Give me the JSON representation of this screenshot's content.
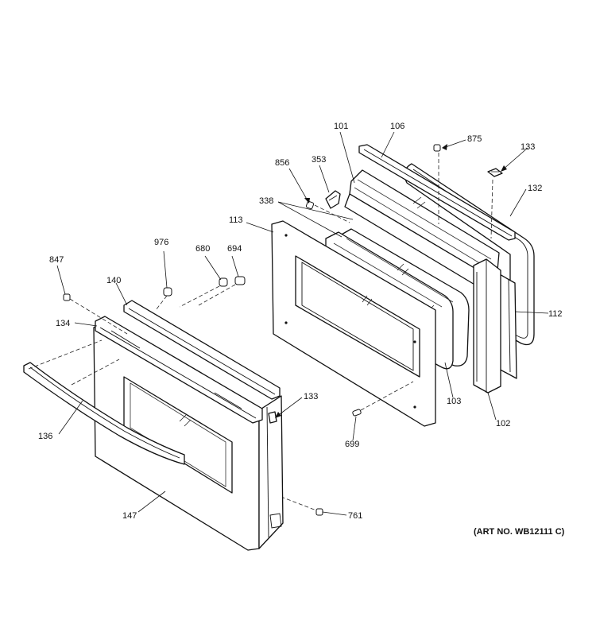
{
  "art_number": "(ART NO. WB12111 C)",
  "callouts": {
    "p101": "101",
    "p106": "106",
    "p875": "875",
    "p133_top": "133",
    "p856": "856",
    "p353": "353",
    "p338": "338",
    "p132": "132",
    "p113": "113",
    "p976": "976",
    "p680": "680",
    "p694": "694",
    "p847": "847",
    "p140": "140",
    "p134": "134",
    "p112": "112",
    "p133_mid": "133",
    "p103": "103",
    "p102": "102",
    "p699": "699",
    "p136": "136",
    "p147": "147",
    "p761": "761"
  }
}
